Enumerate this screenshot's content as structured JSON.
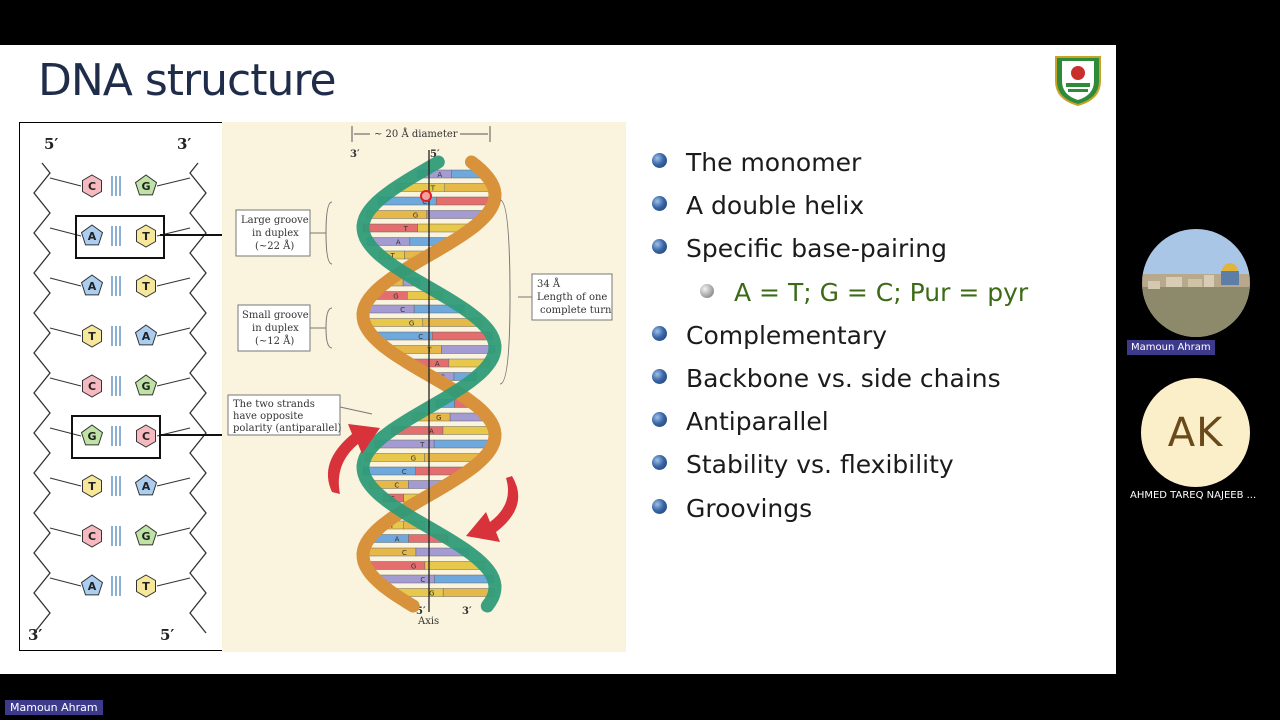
{
  "slide": {
    "title": "DNA structure",
    "bullets": [
      {
        "text": "The monomer",
        "level": 1
      },
      {
        "text": "A double helix",
        "level": 1
      },
      {
        "text": "Specific base-pairing",
        "level": 1
      },
      {
        "text": "A = T; G = C; Pur = pyr",
        "level": 2
      },
      {
        "text": "Complementary",
        "level": 1
      },
      {
        "text": "Backbone vs. side chains",
        "level": 1
      },
      {
        "text": "Antiparallel",
        "level": 1
      },
      {
        "text": "Stability vs. flexibility",
        "level": 1
      },
      {
        "text": "Groovings",
        "level": 1
      }
    ]
  },
  "ladder_diagram": {
    "top_left": "5′",
    "top_right": "3′",
    "bottom_left": "3′",
    "bottom_right": "5′",
    "pairs": [
      [
        "C",
        "G"
      ],
      [
        "A",
        "T"
      ],
      [
        "A",
        "T"
      ],
      [
        "T",
        "A"
      ],
      [
        "C",
        "G"
      ],
      [
        "G",
        "C"
      ],
      [
        "T",
        "A"
      ],
      [
        "C",
        "G"
      ],
      [
        "A",
        "T"
      ]
    ],
    "highlighted_pairs": [
      1,
      5
    ]
  },
  "helix_figure": {
    "diameter_label": "~ 20 Å diameter",
    "top_left_end": "3′",
    "top_right_end": "5′",
    "bottom_left_end": "5′",
    "bottom_right_end": "3′",
    "axis_label": "Axis",
    "large_groove": [
      "Large groove",
      "in duplex",
      "(~22 Å)"
    ],
    "small_groove": [
      "Small groove",
      "in duplex",
      "(~12 Å)"
    ],
    "turn_length": [
      "34 Å",
      "Length of one",
      "complete turn"
    ],
    "antiparallel_note": [
      "The two strands",
      "have opposite",
      "polarity (antiparallel)"
    ],
    "base_letters": [
      "A",
      "T",
      "C",
      "G",
      "T",
      "A",
      "T",
      "G",
      "C",
      "G",
      "C",
      "T",
      "A",
      "C",
      "G",
      "A",
      "T",
      "G",
      "C",
      "C",
      "G",
      "T",
      "A",
      "C",
      "G",
      "C",
      "G",
      "A",
      "T"
    ]
  },
  "participants": [
    {
      "name": "Mamoun Ahram",
      "type": "photo"
    },
    {
      "name": "AHMED TAREQ NAJEEB ...",
      "initials": "AK",
      "type": "initials"
    }
  ],
  "bottom_name_tag": "Mamoun Ahram",
  "colors": {
    "title": "#1f2d4a",
    "sub_bullet": "#3c6b18",
    "name_tag_bg": "#3d3a8c",
    "avatar_bg": "#fbefc9"
  }
}
